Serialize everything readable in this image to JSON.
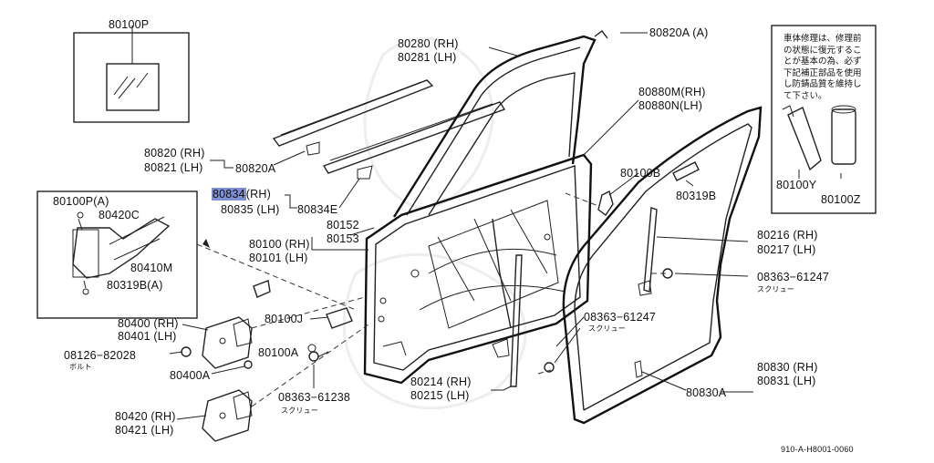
{
  "diagram_code": "910-A-H8001-0060",
  "note_text": "車体修理は、修理前の状態に復元することが基本の為、必ず下記補正部品を使用し防錆品質を維持して下さい。",
  "callouts": [
    {
      "id": "80100P",
      "text": "80100P"
    },
    {
      "id": "80280",
      "text": "80280 (RH)"
    },
    {
      "id": "80281",
      "text": "80281 (LH)"
    },
    {
      "id": "80820A_A",
      "text": "80820A (A)"
    },
    {
      "id": "80880M",
      "text": "80880M(RH)"
    },
    {
      "id": "80880N",
      "text": "80880N(LH)"
    },
    {
      "id": "80820",
      "text": "80820 (RH)"
    },
    {
      "id": "80821",
      "text": "80821 (LH)"
    },
    {
      "id": "80820A",
      "text": "80820A"
    },
    {
      "id": "80834",
      "text": "80834"
    },
    {
      "id": "80834_rh",
      "text": "(RH)"
    },
    {
      "id": "80835",
      "text": "80835 (LH)"
    },
    {
      "id": "80834E",
      "text": "80834E"
    },
    {
      "id": "80100B",
      "text": "80100B"
    },
    {
      "id": "80100Y",
      "text": "80100Y"
    },
    {
      "id": "80100Z",
      "text": "80100Z"
    },
    {
      "id": "80319B",
      "text": "80319B"
    },
    {
      "id": "80100PA",
      "text": "80100P(A)"
    },
    {
      "id": "80420C",
      "text": "80420C"
    },
    {
      "id": "80410M",
      "text": "80410M"
    },
    {
      "id": "80319BA",
      "text": "80319B(A)"
    },
    {
      "id": "80152",
      "text": "80152"
    },
    {
      "id": "80153",
      "text": "80153"
    },
    {
      "id": "80100",
      "text": "80100 (RH)"
    },
    {
      "id": "80101",
      "text": "80101 (LH)"
    },
    {
      "id": "80216",
      "text": "80216 (RH)"
    },
    {
      "id": "80217",
      "text": "80217 (LH)"
    },
    {
      "id": "08363a",
      "text": "08363−61247"
    },
    {
      "id": "08363a_sub",
      "text": "スクリュー"
    },
    {
      "id": "80100J",
      "text": "80100J"
    },
    {
      "id": "80400",
      "text": "80400 (RH)"
    },
    {
      "id": "80401",
      "text": "80401 (LH)"
    },
    {
      "id": "08363b",
      "text": "08363−61247"
    },
    {
      "id": "08363b_sub",
      "text": "スクリュー"
    },
    {
      "id": "08126",
      "text": "08126−82028"
    },
    {
      "id": "08126_sub",
      "text": "ボルト"
    },
    {
      "id": "80100A",
      "text": "80100A"
    },
    {
      "id": "80400A",
      "text": "80400A"
    },
    {
      "id": "80214",
      "text": "80214 (RH)"
    },
    {
      "id": "80215",
      "text": "80215 (LH)"
    },
    {
      "id": "80830",
      "text": "80830 (RH)"
    },
    {
      "id": "80831",
      "text": "80831 (LH)"
    },
    {
      "id": "80830A",
      "text": "80830A"
    },
    {
      "id": "08363c",
      "text": "08363−61238"
    },
    {
      "id": "08363c_sub",
      "text": "スクリュー"
    },
    {
      "id": "80420",
      "text": "80420 (RH)"
    },
    {
      "id": "80421",
      "text": "80421 (LH)"
    }
  ]
}
